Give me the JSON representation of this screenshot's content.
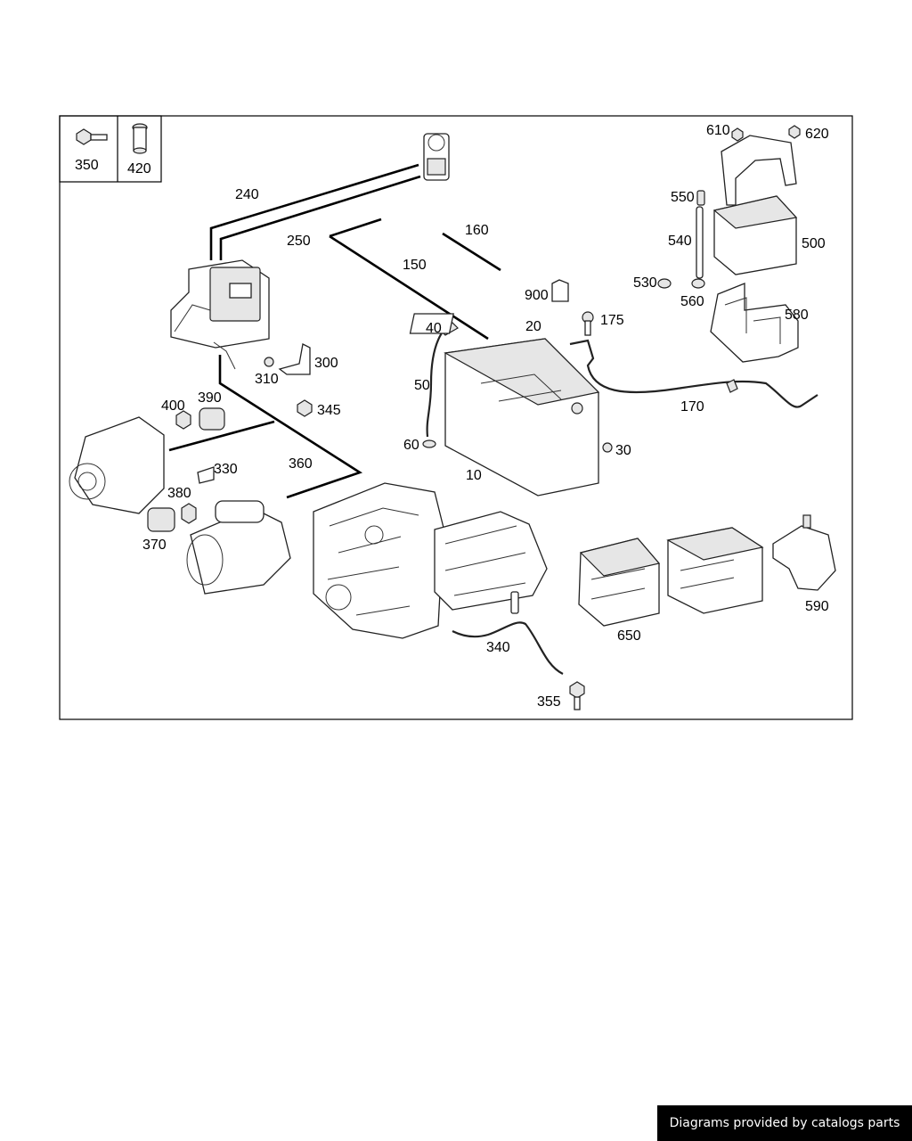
{
  "footer": {
    "credit": "Diagrams provided by catalogs parts"
  },
  "legend": {
    "items": [
      {
        "label": "350"
      },
      {
        "label": "420"
      }
    ]
  },
  "callouts": {
    "c10": "10",
    "c20": "20",
    "c30": "30",
    "c40": "40",
    "c50": "50",
    "c60": "60",
    "c150": "150",
    "c160": "160",
    "c170": "170",
    "c175": "175",
    "c240": "240",
    "c250": "250",
    "c300": "300",
    "c310": "310",
    "c330": "330",
    "c340": "340",
    "c345": "345",
    "c355": "355",
    "c360": "360",
    "c370": "370",
    "c380": "380",
    "c390": "390",
    "c400": "400",
    "c500": "500",
    "c530": "530",
    "c540": "540",
    "c550": "550",
    "c560": "560",
    "c580": "580",
    "c590": "590",
    "c610": "610",
    "c620": "620",
    "c650": "650",
    "c900": "900"
  }
}
